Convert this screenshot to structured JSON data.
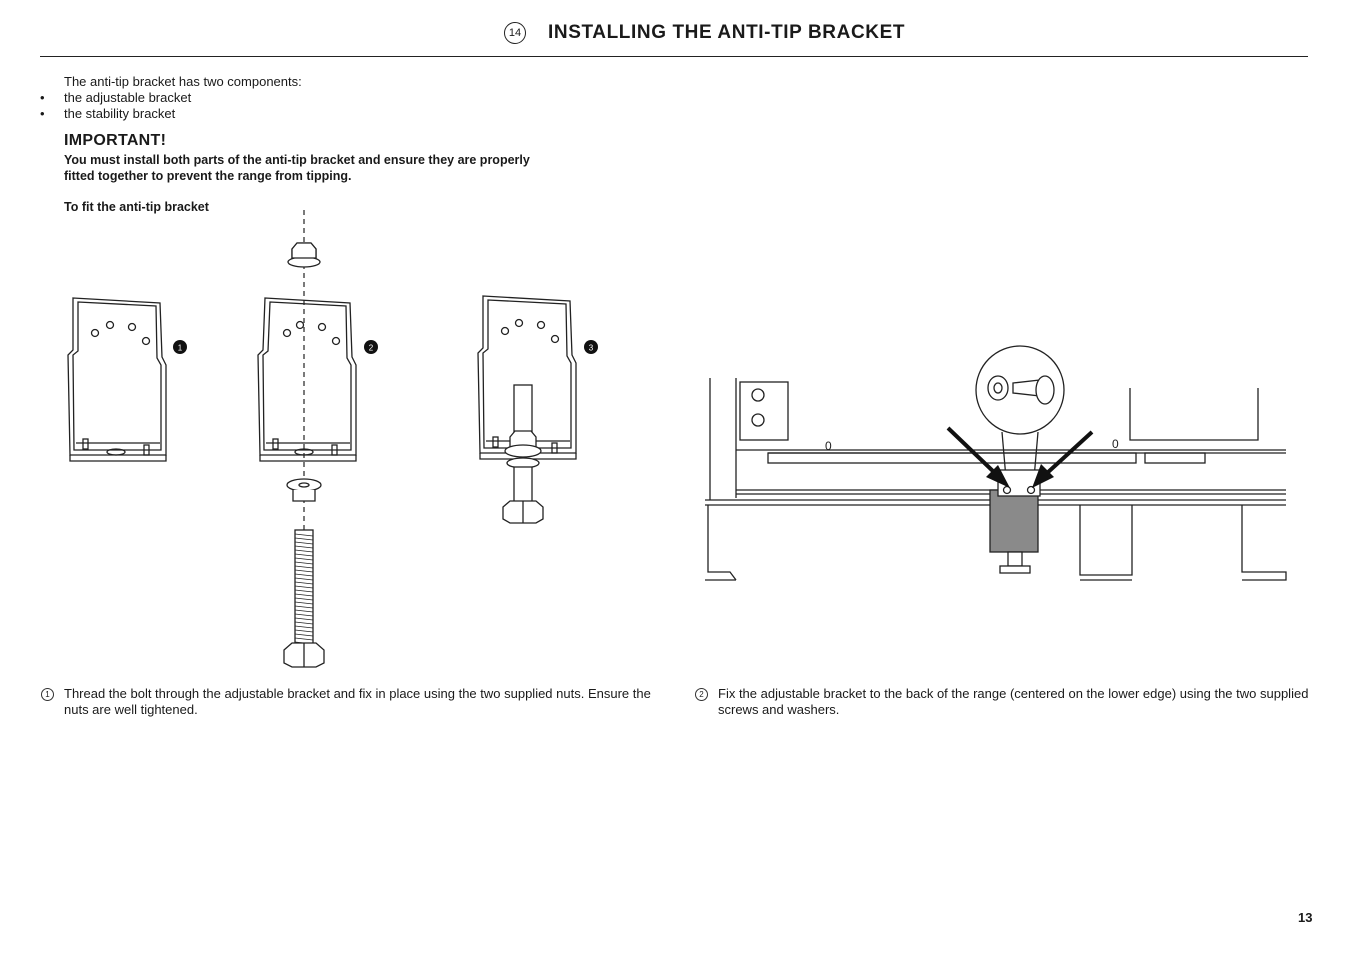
{
  "header": {
    "section_number": "14",
    "title": "INSTALLING THE ANTI-TIP BRACKET"
  },
  "intro": "The anti-tip bracket has two components:",
  "components": [
    "the adjustable bracket",
    "the stability bracket"
  ],
  "important": {
    "title": "IMPORTANT!",
    "body": "You must install both parts of the anti-tip bracket and ensure they are properly fitted together to prevent the range from tipping."
  },
  "subheading": "To fit the anti-tip bracket",
  "figure_labels": [
    "1",
    "2",
    "3"
  ],
  "steps": [
    {
      "number": "1",
      "text": "Thread the bolt through the adjustable bracket and fix in place using the two supplied nuts. Ensure the nuts are well tightened."
    },
    {
      "number": "2",
      "text": "Fix the adjustable bracket to the back of the range (centered on the lower edge) using the two supplied screws and washers."
    }
  ],
  "range_marks": [
    "0",
    "0"
  ],
  "page_number": "13"
}
